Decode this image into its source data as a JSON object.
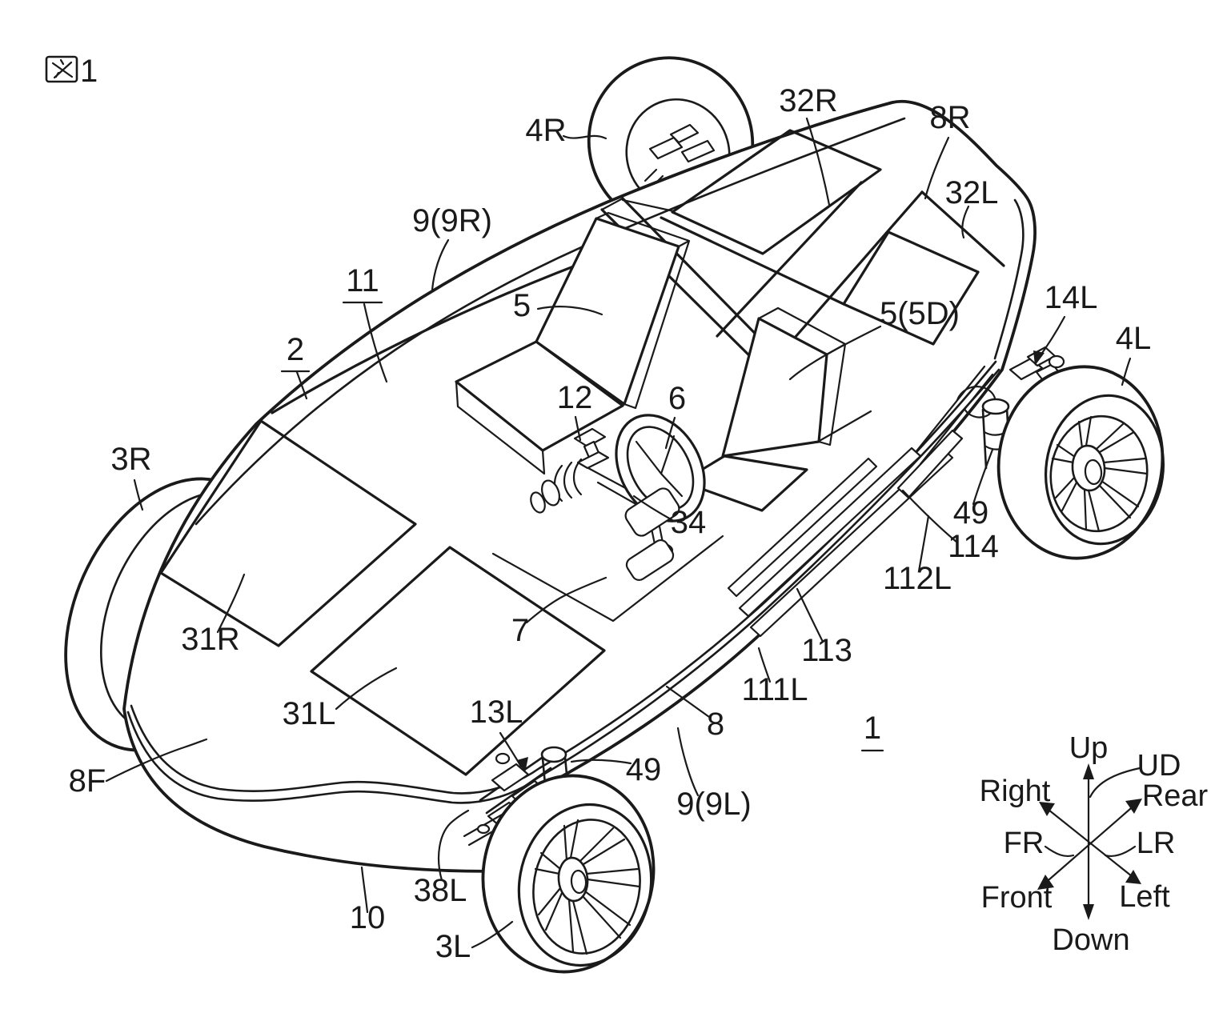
{
  "figure_label": "図1",
  "figure_number": "1",
  "labels": {
    "l2": "2",
    "l11": "11",
    "l9r": "9(9R)",
    "l5": "5",
    "l5d": "5(5D)",
    "l12": "12",
    "l6": "6",
    "l34": "34",
    "l4r": "4R",
    "l32r": "32R",
    "l8r": "8R",
    "l32l": "32L",
    "l14l": "14L",
    "l4l": "4L",
    "l3r": "3R",
    "l31r": "31R",
    "l31l": "31L",
    "l49": "49",
    "l114": "114",
    "l112l": "112L",
    "l113": "113",
    "l111l": "111L",
    "l7": "7",
    "l8": "8",
    "l8f": "8F",
    "l13l": "13L",
    "l38l": "38L",
    "l10": "10",
    "l3l": "3L",
    "l9l": "9(9L)",
    "l1": "1"
  },
  "compass": {
    "up": "Up",
    "ud": "UD",
    "right": "Right",
    "rear": "Rear",
    "fr": "FR",
    "lr": "LR",
    "front": "Front",
    "left": "Left",
    "down": "Down"
  },
  "colors": {
    "line": "#1a1a1a",
    "background": "#ffffff"
  }
}
